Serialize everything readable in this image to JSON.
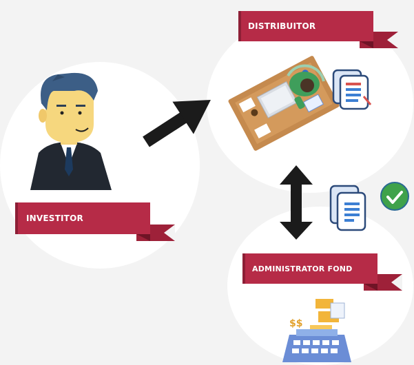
{
  "labels": {
    "distributor": "DISTRIBUITOR",
    "investor": "INVESTITOR",
    "administrator": "ADMINISTRATOR FOND"
  },
  "icons": {
    "investor": "businessman-icon",
    "distributor": "office-desk-icon",
    "documents_top": "document-stack-icon",
    "documents_mid": "document-stack-icon",
    "approval": "checkmark-icon",
    "admin": "cash-register-icon",
    "arrow_investor_to_distributor": "arrow-up-right-icon",
    "arrow_distributor_admin": "arrow-up-down-icon"
  },
  "colors": {
    "ribbon": "#b62b47",
    "ribbon_dark": "#9e2139",
    "check": "#3fa24a"
  }
}
